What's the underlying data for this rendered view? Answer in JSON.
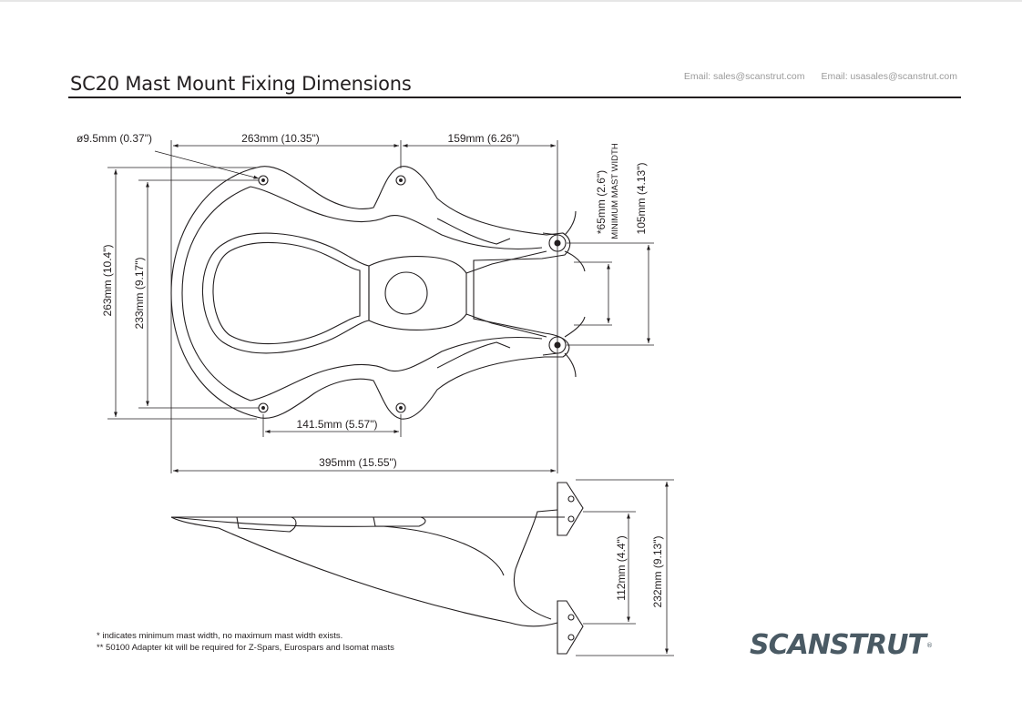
{
  "header": {
    "title": "SC20 Mast Mount Fixing Dimensions",
    "email_1": "Email: sales@scanstrut.com",
    "email_2": "Email: usasales@scanstrut.com"
  },
  "dimensions": {
    "hole_diameter": "ø9.5mm (0.37\")",
    "hole_span_top": "263mm (10.35\")",
    "hole_to_end": "159mm (6.26\")",
    "min_mast_gap": "*65mm (2.6\")",
    "min_mast_label": "MINIMUM MAST WIDTH",
    "pivot_span": "105mm (4.13\")",
    "overall_width": "263mm (10.4\")",
    "hole_span_vertical": "233mm (9.17\")",
    "hole_span_bottom": "141.5mm (5.57\")",
    "overall_length": "395mm (15.55\")",
    "side_pivot_height": "112mm (4.4\")",
    "side_overall_height": "232mm (9.13\")"
  },
  "footnotes": {
    "note_1": "* indicates minimum mast width, no maximum mast width exists.",
    "note_2": "** 50100 Adapter kit will be required for Z-Spars, Eurospars and Isomat masts"
  },
  "brand": {
    "logo_text": "SCANSTRUT",
    "logo_mark": "®",
    "color": "#4a5a64"
  }
}
